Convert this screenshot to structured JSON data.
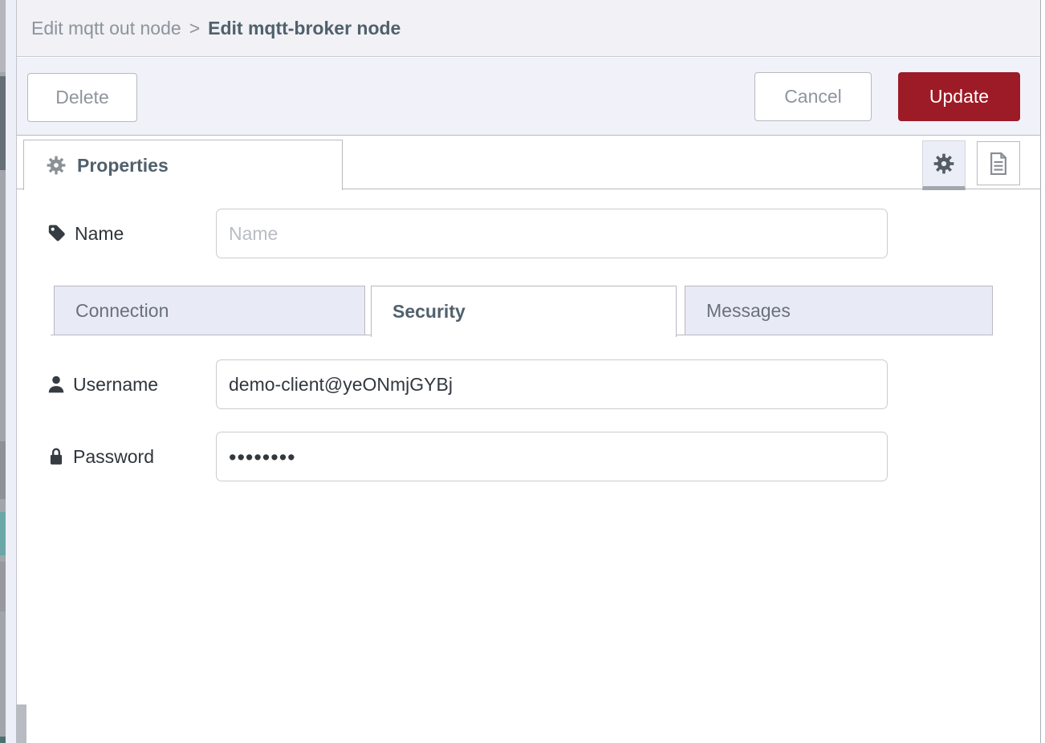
{
  "breadcrumb": {
    "parent": "Edit mqtt out node",
    "separator": ">",
    "current": "Edit mqtt-broker node"
  },
  "toolbar": {
    "delete_label": "Delete",
    "cancel_label": "Cancel",
    "update_label": "Update"
  },
  "tray_tabs": {
    "properties_label": "Properties"
  },
  "form": {
    "name": {
      "label": "Name",
      "value": "",
      "placeholder": "Name"
    },
    "tabs": [
      {
        "label": "Connection",
        "active": false
      },
      {
        "label": "Security",
        "active": true
      },
      {
        "label": "Messages",
        "active": false
      }
    ],
    "username": {
      "label": "Username",
      "value": "demo-client@yeONmjGYBj"
    },
    "password": {
      "label": "Password",
      "masked_value": "••••••••"
    }
  },
  "colors": {
    "update_button": "#9c1b26",
    "inactive_subtab_bg": "#e8eaf6",
    "toolbar_bg": "#f0f1f9",
    "header_bg": "#f1f1f6",
    "workspace_teal": "#6ba7a7"
  }
}
